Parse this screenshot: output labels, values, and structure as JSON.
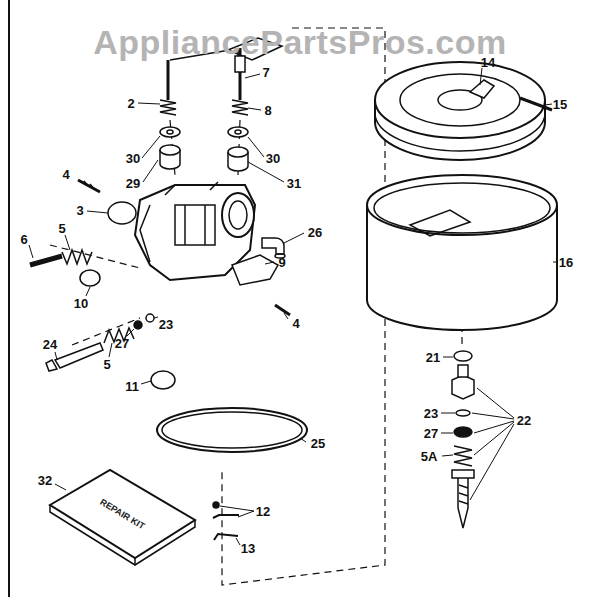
{
  "diagram": {
    "labels": [
      "AppliancePartsPros.com",
      "7",
      "2",
      "8",
      "14",
      "15",
      "30",
      "30",
      "4",
      "29",
      "31",
      "26",
      "3",
      "6",
      "5",
      "9",
      "16",
      "4",
      "10",
      "23",
      "27",
      "24",
      "5",
      "11",
      "21",
      "23",
      "22",
      "27",
      "5A",
      "25",
      "32",
      "12",
      "13",
      "REPAIR KIT"
    ]
  }
}
